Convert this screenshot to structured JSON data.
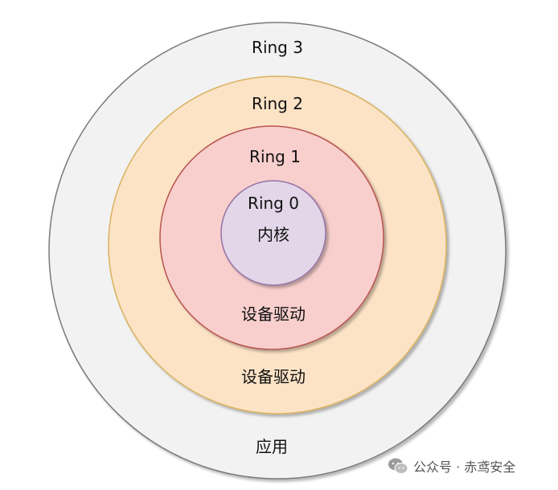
{
  "rings": [
    {
      "id": "ring3",
      "title": "Ring 3",
      "content": "应用",
      "fill": "#f2f2f2",
      "stroke": "#7a7a7a"
    },
    {
      "id": "ring2",
      "title": "Ring 2",
      "content": "设备驱动",
      "fill": "#fde3c6",
      "stroke": "#d9b25e"
    },
    {
      "id": "ring1",
      "title": "Ring 1",
      "content": "设备驱动",
      "fill": "#f8cfcd",
      "stroke": "#b85450"
    },
    {
      "id": "ring0",
      "title": "Ring 0",
      "content": "内核",
      "fill": "#e2d6e8",
      "stroke": "#9673a6"
    }
  ],
  "watermark": {
    "icon": "wechat-icon",
    "text": "公众号 · 赤鸢安全"
  }
}
